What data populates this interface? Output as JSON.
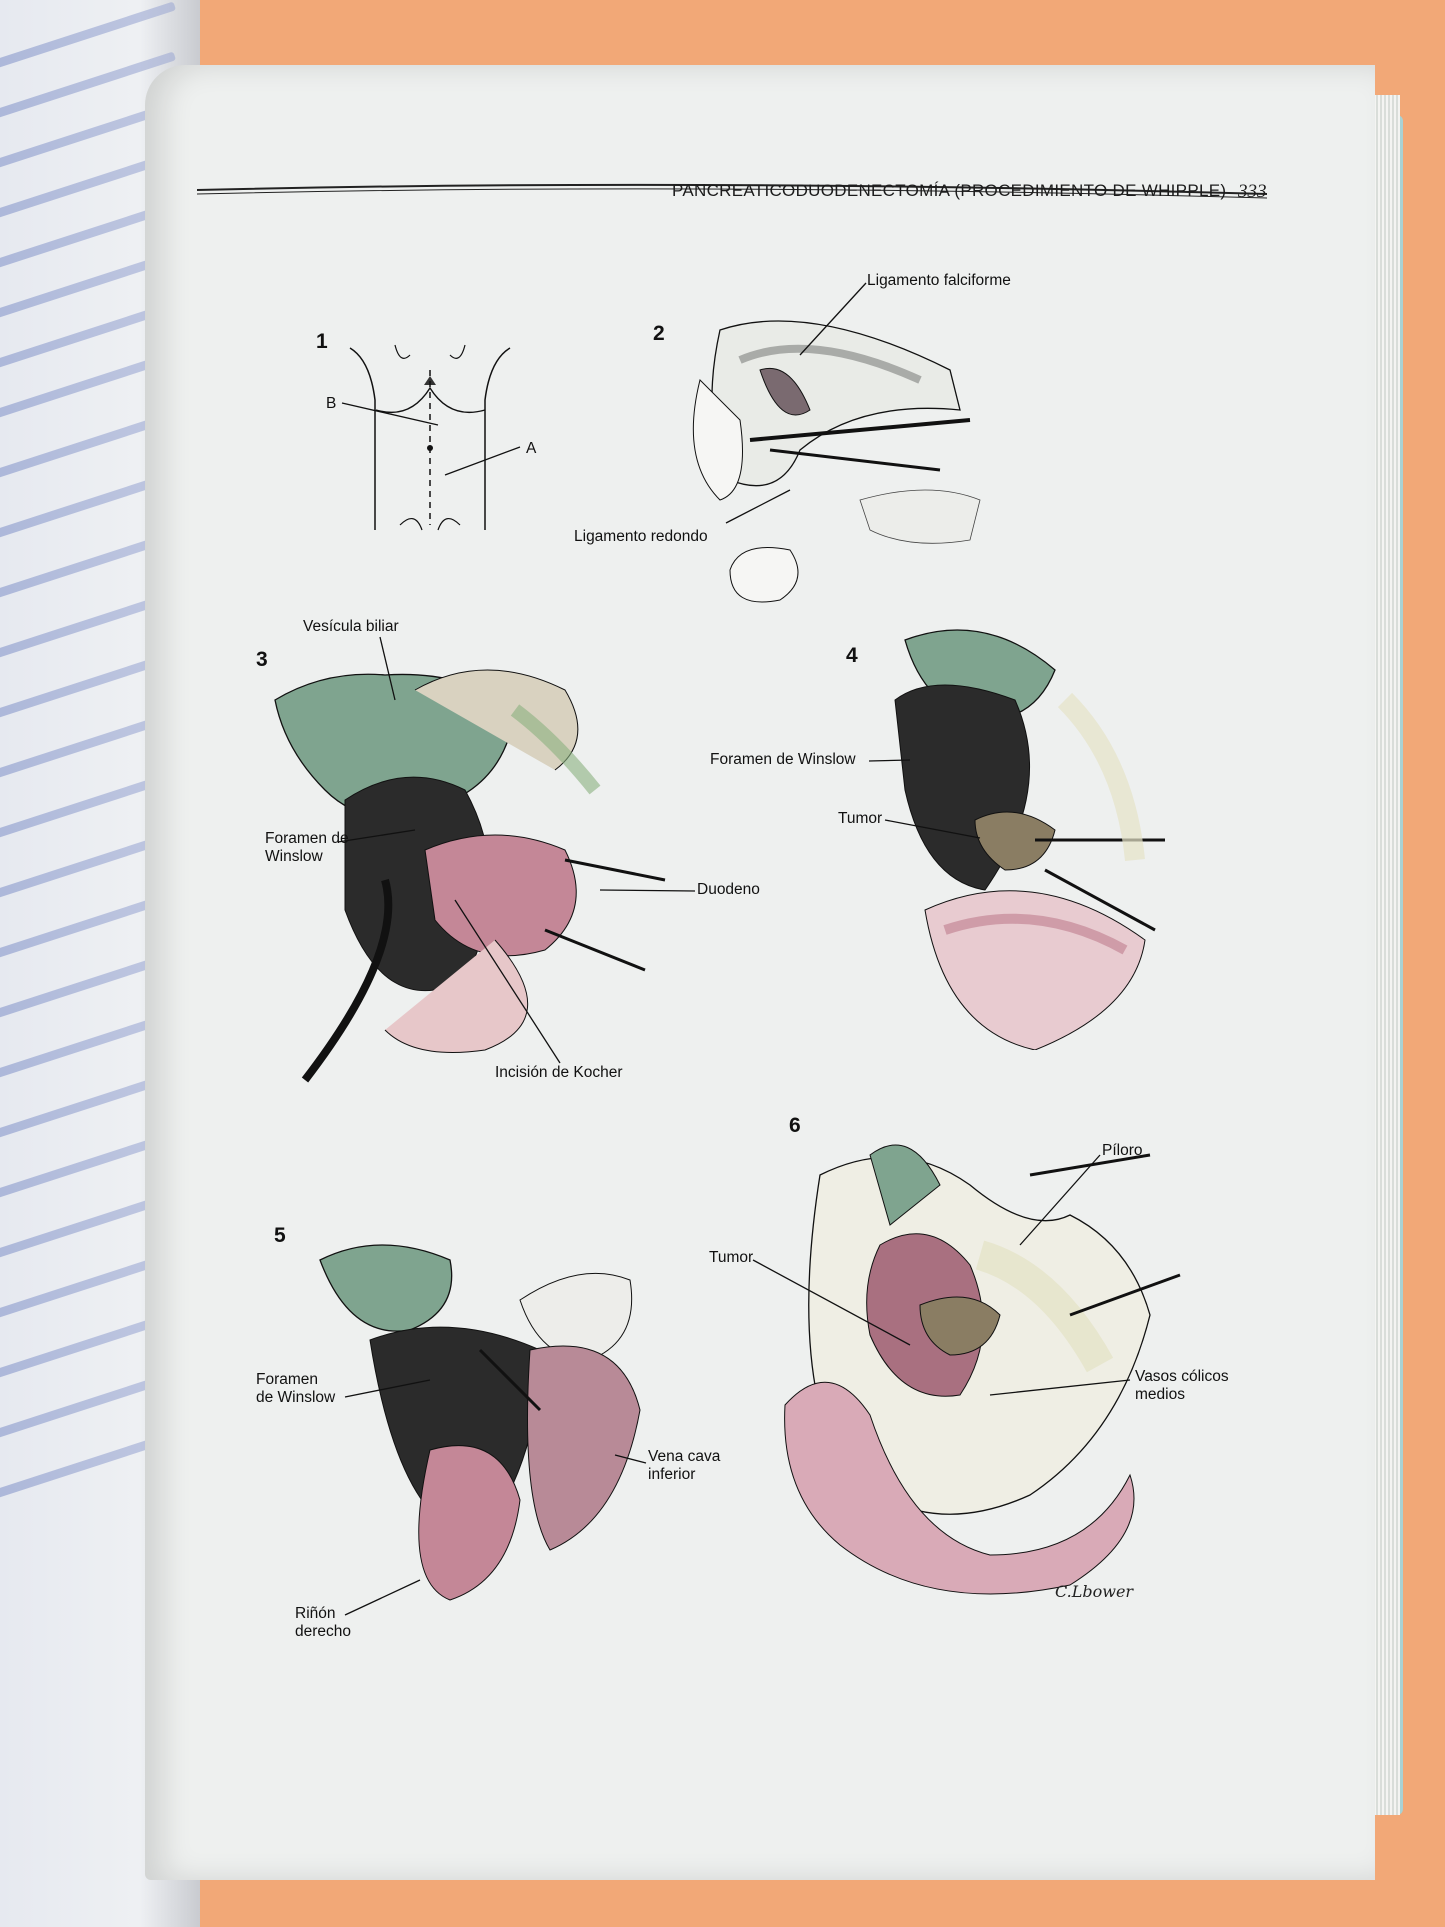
{
  "header": {
    "title": "PANCREATICODUODENECTOMÍA (PROCEDIMIENTO DE WHIPPLE)",
    "page_number": "333"
  },
  "figures": {
    "fig1": {
      "number": "1",
      "label_b": "B",
      "label_a": "A"
    },
    "fig2": {
      "number": "2",
      "ligamento_falciforme": "Ligamento falciforme",
      "ligamento_redondo": "Ligamento redondo"
    },
    "fig3": {
      "number": "3",
      "vesicula_biliar": "Vesícula biliar",
      "foramen_line1": "Foramen de",
      "foramen_line2": "Winslow",
      "duodeno": "Duodeno",
      "incision_kocher": "Incisión de Kocher"
    },
    "fig4": {
      "number": "4",
      "foramen_winslow": "Foramen de Winslow",
      "tumor": "Tumor"
    },
    "fig5": {
      "number": "5",
      "foramen_line1": "Foramen",
      "foramen_line2": "de Winslow",
      "vena_line1": "Vena cava",
      "vena_line2": "inferior",
      "rinon_line1": "Riñón",
      "rinon_line2": "derecho"
    },
    "fig6": {
      "number": "6",
      "piloro": "Píloro",
      "tumor": "Tumor",
      "vasos_line1": "Vasos cólicos",
      "vasos_line2": "medios"
    }
  },
  "signature": "C.Lbower",
  "colors": {
    "background_orange": "#f2a877",
    "page": "#eef0ef",
    "tissue_green": "#7fa48f",
    "tissue_pink": "#c48797",
    "cover_teal": "#a9d2d4"
  }
}
